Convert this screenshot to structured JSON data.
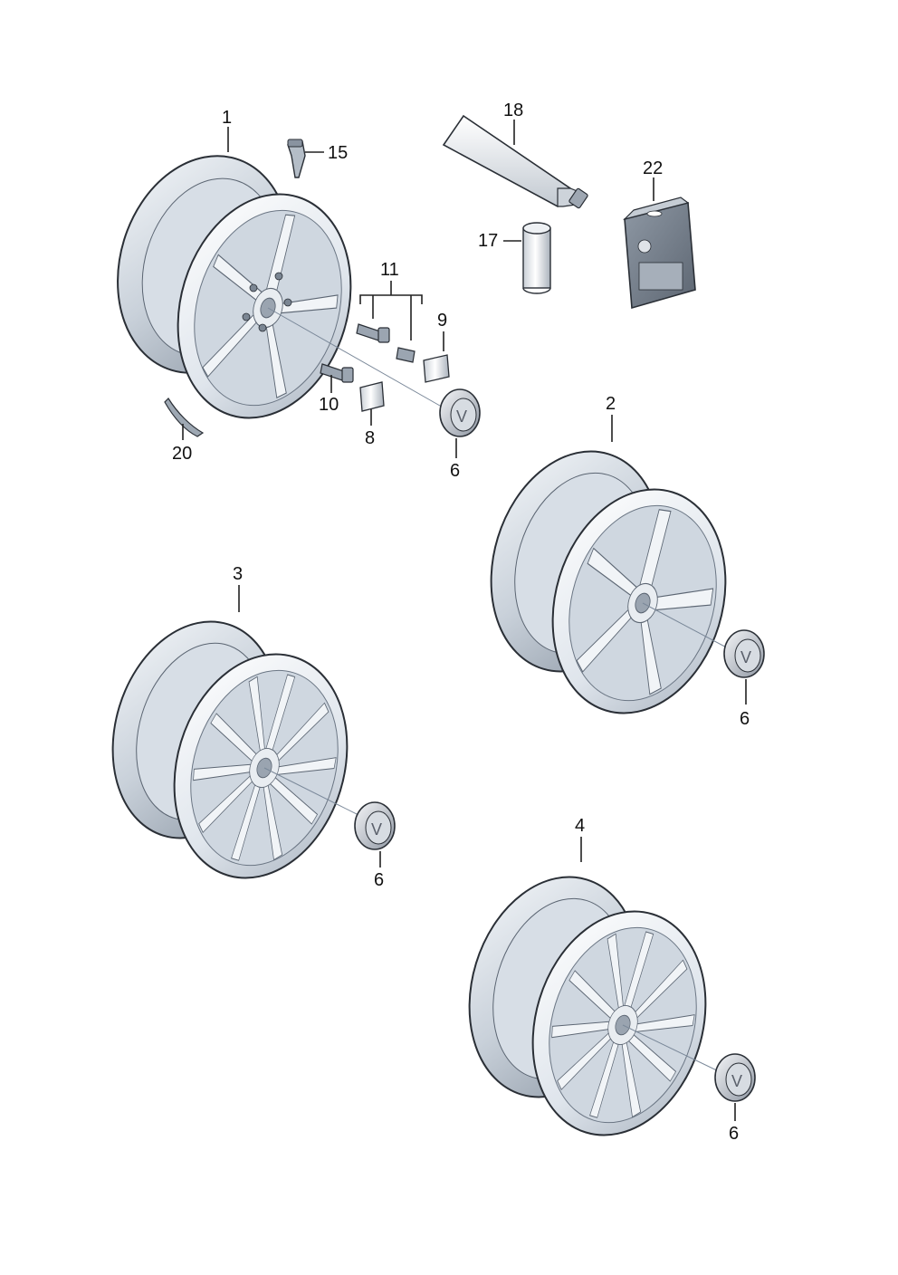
{
  "callouts": {
    "c1": "1",
    "c2": "2",
    "c3": "3",
    "c4": "4",
    "c6a": "6",
    "c6b": "6",
    "c6c": "6",
    "c6d": "6",
    "c8": "8",
    "c9": "9",
    "c10": "10",
    "c11": "11",
    "c15": "15",
    "c17": "17",
    "c18": "18",
    "c20": "20",
    "c22": "22"
  },
  "colors": {
    "rim_light": "#e9eef3",
    "rim_mid": "#c3ccd6",
    "rim_dark": "#7b8796",
    "outline": "#2a2f36",
    "logo": "#6e7480"
  }
}
